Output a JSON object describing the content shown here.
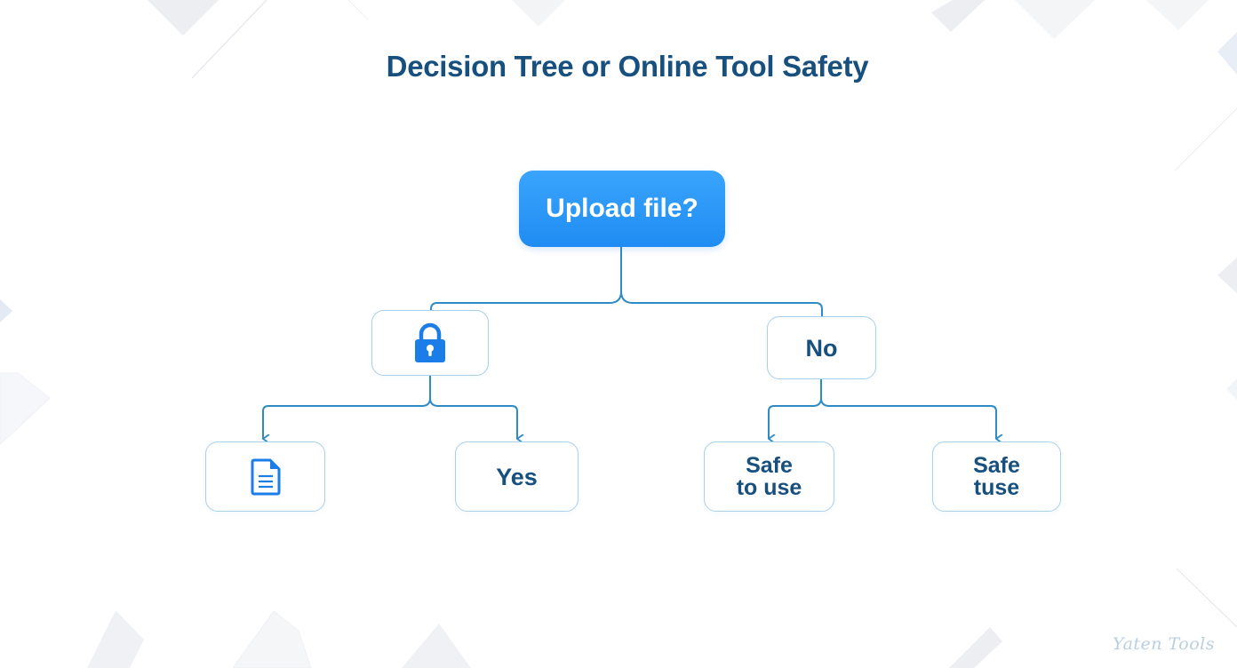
{
  "title": "Decision Tree or Online Tool Safety",
  "colors": {
    "title": "#17507f",
    "root_fill": "#2896f7",
    "root_text": "#ffffff",
    "node_border": "#a9d0ea",
    "node_text": "#17507f",
    "connector": "#2e8bc4",
    "lock_icon": "#1a7de8",
    "document_icon": "#1a7de8",
    "watermark": "#b9cfe0"
  },
  "tree": {
    "root": {
      "label": "Upload file?"
    },
    "level1": [
      {
        "id": "lock",
        "icon": "lock-icon",
        "label": ""
      },
      {
        "id": "no",
        "label": "No"
      }
    ],
    "level2": [
      {
        "id": "document",
        "parent": "lock",
        "icon": "document-icon",
        "label": ""
      },
      {
        "id": "yes",
        "parent": "lock",
        "label": "Yes"
      },
      {
        "id": "safe-to-use",
        "parent": "no",
        "label_line1": "Safe",
        "label_line2": "to use"
      },
      {
        "id": "safe-tuse",
        "parent": "no",
        "label_line1": "Safe",
        "label_line2": "tuse"
      }
    ]
  },
  "watermark": "Yaten Tools"
}
